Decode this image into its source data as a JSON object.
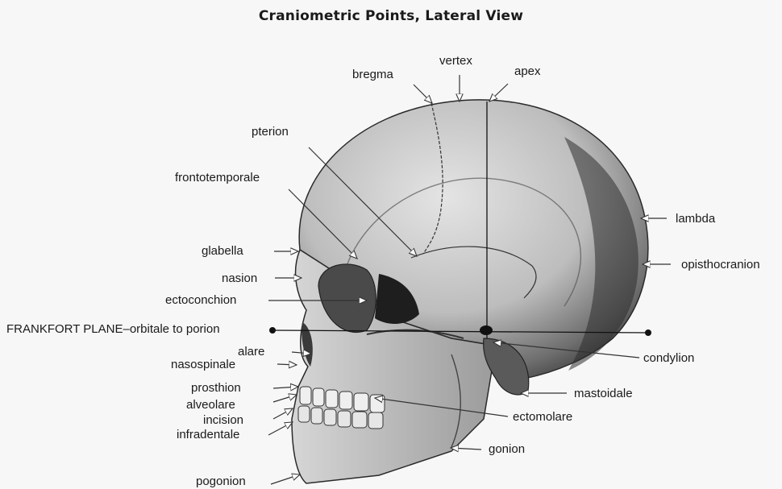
{
  "title": "Craniometric Points, Lateral View",
  "frankfort_plane": "FRANKFORT PLANE–orbitale to porion",
  "labels": {
    "bregma": "bregma",
    "vertex": "vertex",
    "apex": "apex",
    "pterion": "pterion",
    "frontotemporale": "frontotemporale",
    "lambda": "lambda",
    "glabella": "glabella",
    "opisthocranion": "opisthocranion",
    "nasion": "nasion",
    "ectoconchion": "ectoconchion",
    "alare": "alare",
    "condylion": "condylion",
    "nasospinale": "nasospinale",
    "prosthion": "prosthion",
    "mastoidale": "mastoidale",
    "alveolare": "alveolare",
    "ectomolare": "ectomolare",
    "incision": "incision",
    "infradentale": "infradentale",
    "gonion": "gonion",
    "pogonion": "pogonion"
  }
}
